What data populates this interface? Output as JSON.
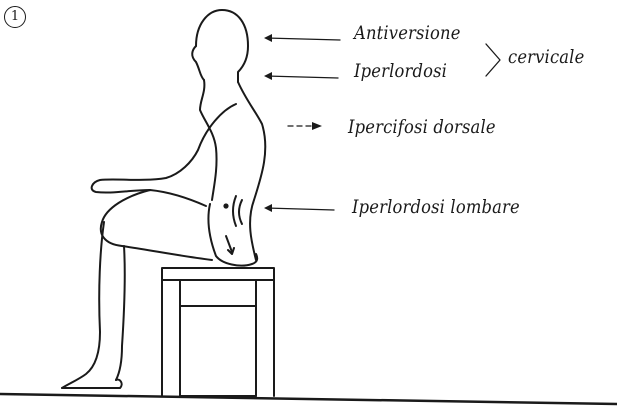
{
  "figure_number": "1",
  "labels": {
    "antiversione": "Antiversione",
    "iperlordosi": "Iperlordosi",
    "cervicale": "cervicale",
    "ipercifosi_dorsale": "Ipercifosi dorsale",
    "iperlordosi_lombare": "Iperlordosi lombare"
  },
  "colors": {
    "ink": "#1a1a1a",
    "background": "#ffffff"
  }
}
